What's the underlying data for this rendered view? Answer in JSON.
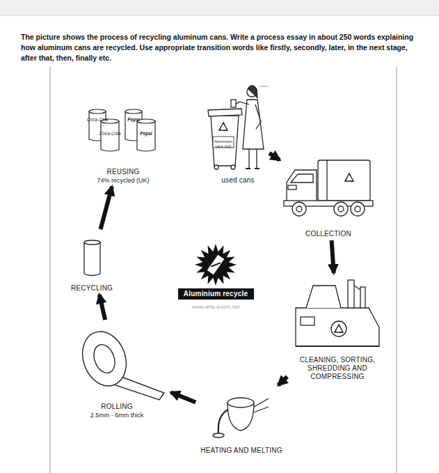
{
  "diagram": {
    "title": "The picture shows the process of recycling aluminum cans. Write a process essay in about 250 words explaining how aluminum cans are recycled. Use appropriate transition words like firstly, secondly, later, in the next stage, after that, then, finally etc.",
    "nodes": [
      {
        "text": [
          "used cans"
        ]
      },
      {
        "text": [
          "COLLECTION"
        ]
      },
      {
        "text": [
          "CLEANING, SORTING, SHREDDING AND COMPRESSING"
        ]
      },
      {
        "text": [
          "HEATING AND MELTING"
        ]
      },
      {
        "text": [
          "ROLLING",
          "2.5mm - 6mm thick"
        ]
      },
      {
        "text": [
          "RECYCLING"
        ]
      },
      {
        "text": [
          "REUSING",
          "74% recycled (UK)"
        ]
      },
      {
        "text": [
          "Aluminium recycle"
        ]
      }
    ],
    "edges": [
      {
        "from": 0,
        "to": 1,
        "arrow": "to"
      },
      {
        "from": 1,
        "to": 2,
        "arrow": "to"
      },
      {
        "from": 2,
        "to": 3,
        "arrow": "to"
      },
      {
        "from": 3,
        "to": 4,
        "arrow": "to"
      },
      {
        "from": 4,
        "to": 5,
        "arrow": "to"
      },
      {
        "from": 5,
        "to": 6,
        "arrow": "to"
      }
    ],
    "labels": [
      "Aluminium cans only",
      "Coca-Cola",
      "Pepsi",
      "Coca-Cola",
      "Pepsi",
      "www.ielts-exam.net"
    ]
  }
}
